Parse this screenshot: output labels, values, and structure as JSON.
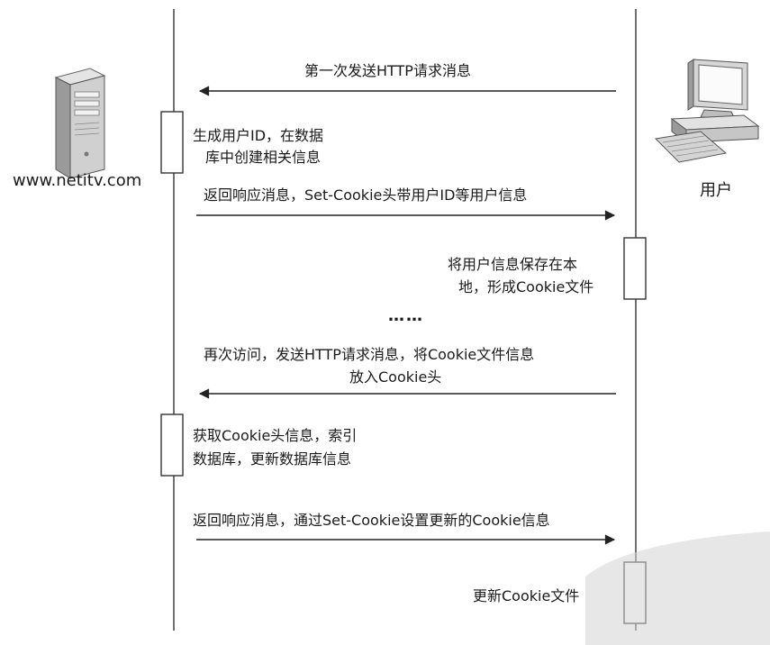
{
  "participants": {
    "server_label": "www.netitv.com",
    "user_label": "用户"
  },
  "messages": {
    "m1": "第一次发送HTTP请求消息",
    "m2": "返回响应消息，Set-Cookie头带用户ID等用户信息",
    "m3_line1": "再次访问，发送HTTP请求消息，将Cookie文件信息",
    "m3_line2": "放入Cookie头",
    "m4": "返回响应消息，通过Set-Cookie设置更新的Cookie信息"
  },
  "notes": {
    "server_1_line1": "生成用户ID，在数据",
    "server_1_line2": "库中创建相关信息",
    "user_1_line1": "将用户信息保存在本",
    "user_1_line2": "地，形成Cookie文件",
    "server_2_line1": "获取Cookie头信息，索引",
    "server_2_line2": "数据库，更新数据库信息",
    "user_2": "更新Cookie文件"
  },
  "ellipsis": "……",
  "icons": {
    "server": "server-tower-icon",
    "user": "desktop-computer-icon"
  }
}
